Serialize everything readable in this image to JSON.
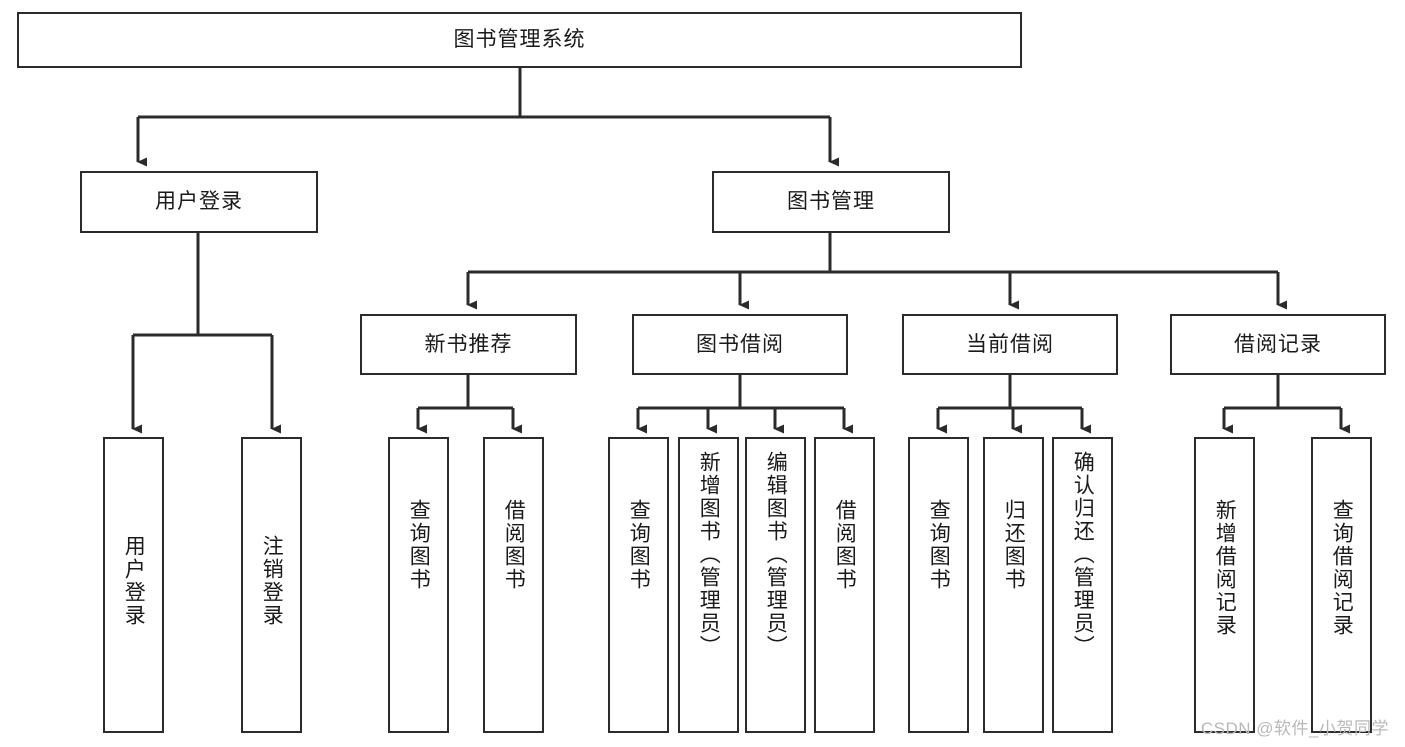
{
  "diagram": {
    "type": "tree",
    "title": "图书管理系统",
    "watermark": "CSDN @软件_小贺同学",
    "colors": {
      "stroke": "#2b2b2b",
      "background": "#ffffff",
      "text": "#1a1a1a",
      "watermark": "#b9b9b9"
    },
    "nodes": {
      "root": {
        "label": "图书管理系统",
        "orientation": "horizontal"
      },
      "l1": [
        {
          "label": "用户登录",
          "orientation": "horizontal"
        },
        {
          "label": "图书管理",
          "orientation": "horizontal"
        }
      ],
      "l2": [
        {
          "label": "新书推荐",
          "orientation": "horizontal"
        },
        {
          "label": "图书借阅",
          "orientation": "horizontal"
        },
        {
          "label": "当前借阅",
          "orientation": "horizontal"
        },
        {
          "label": "借阅记录",
          "orientation": "horizontal"
        }
      ],
      "leaves": {
        "user_login": [
          {
            "label": "用户登录",
            "orientation": "vertical"
          },
          {
            "label": "注销登录",
            "orientation": "vertical"
          }
        ],
        "new_book": [
          {
            "label": "查询图书",
            "orientation": "vertical"
          },
          {
            "label": "借阅图书",
            "orientation": "vertical"
          }
        ],
        "borrow_book": [
          {
            "label": "查询图书",
            "orientation": "vertical"
          },
          {
            "label": "新增图书（管理员）",
            "orientation": "vertical"
          },
          {
            "label": "编辑图书（管理员）",
            "orientation": "vertical"
          },
          {
            "label": "借阅图书",
            "orientation": "vertical"
          }
        ],
        "current_borrow": [
          {
            "label": "查询图书",
            "orientation": "vertical"
          },
          {
            "label": "归还图书",
            "orientation": "vertical"
          },
          {
            "label": "确认归还（管理员）",
            "orientation": "vertical"
          }
        ],
        "borrow_record": [
          {
            "label": "新增借阅记录",
            "orientation": "vertical"
          },
          {
            "label": "查询借阅记录",
            "orientation": "vertical"
          }
        ]
      }
    }
  }
}
